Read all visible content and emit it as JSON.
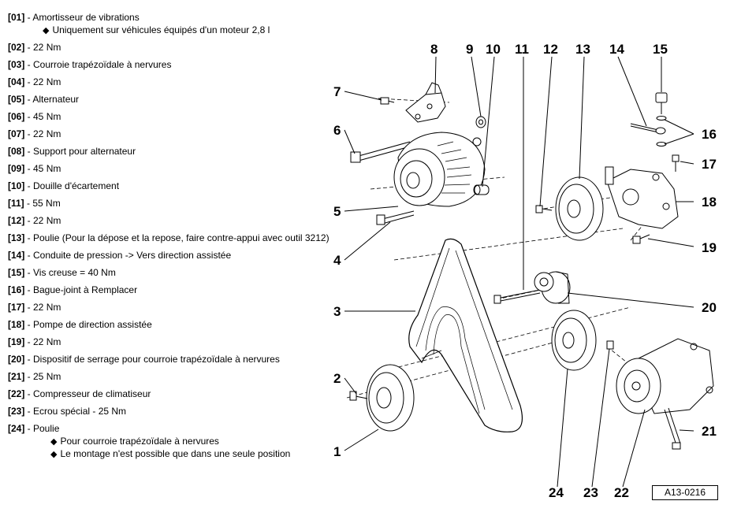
{
  "legend": [
    {
      "num": "[01]",
      "text": " - Amortisseur de vibrations"
    },
    {
      "num": "[02]",
      "text": " - 22 Nm"
    },
    {
      "num": "[03]",
      "text": " - Courroie trapézoïdale à nervures"
    },
    {
      "num": "[04]",
      "text": " - 22 Nm"
    },
    {
      "num": "[05]",
      "text": " - Alternateur"
    },
    {
      "num": "[06]",
      "text": " - 45 Nm"
    },
    {
      "num": "[07]",
      "text": " - 22 Nm"
    },
    {
      "num": "[08]",
      "text": " - Support pour alternateur"
    },
    {
      "num": "[09]",
      "text": " - 45 Nm"
    },
    {
      "num": "[10]",
      "text": " - Douille d'écartement"
    },
    {
      "num": "[11]",
      "text": " - 55 Nm"
    },
    {
      "num": "[12]",
      "text": " - 22 Nm"
    },
    {
      "num": "[13]",
      "text": " - Poulie (Pour la dépose et la repose, faire contre-appui avec outil 3212)"
    },
    {
      "num": "[14]",
      "text": " - Conduite de pression -> Vers direction assistée"
    },
    {
      "num": "[15]",
      "text": " - Vis creuse = 40 Nm"
    },
    {
      "num": "[16]",
      "text": " - Bague-joint à Remplacer"
    },
    {
      "num": "[17]",
      "text": " - 22 Nm"
    },
    {
      "num": "[18]",
      "text": " - Pompe de direction assistée"
    },
    {
      "num": "[19]",
      "text": " - 22 Nm"
    },
    {
      "num": "[20]",
      "text": " - Dispositif de serrage pour courroie trapézoïdale à nervures"
    },
    {
      "num": "[21]",
      "text": " - 25 Nm"
    },
    {
      "num": "[22]",
      "text": " - Compresseur de climatiseur"
    },
    {
      "num": "[23]",
      "text": " - Ecrou spécial - 25 Nm"
    },
    {
      "num": "[24]",
      "text": " - Poulie"
    }
  ],
  "notes": {
    "n01": "Uniquement sur véhicules équipés d'un moteur 2,8 l",
    "n24a": "Pour courroie trapézoïdale à nervures",
    "n24b": "Le montage n'est possible que dans une seule position"
  },
  "diamond_glyph": "◆",
  "callouts": [
    "1",
    "2",
    "3",
    "4",
    "5",
    "6",
    "7",
    "8",
    "9",
    "10",
    "11",
    "12",
    "13",
    "14",
    "15",
    "16",
    "17",
    "18",
    "19",
    "20",
    "21",
    "22",
    "23",
    "24"
  ],
  "figure_ref": "A13-0216"
}
